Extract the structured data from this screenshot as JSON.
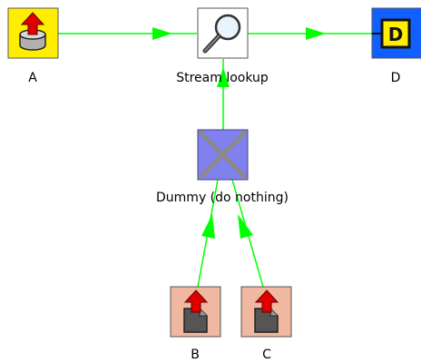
{
  "colors": {
    "hop_line": "#00ff00",
    "table_input_bg": "#ffee00",
    "lookup_bg": "#ffffff",
    "dummy_bg": "#8080ee",
    "dummy_cross": "#8a8a8a",
    "dummy_border": "#444488",
    "file_input_bg": "#f0b8a0",
    "output_bg": "#1060ff",
    "output_inner": "#ffee00",
    "arrow_red": "#e00000"
  },
  "steps": {
    "a": {
      "label": "A",
      "icon": "table-input-icon"
    },
    "lookup": {
      "label": "Stream lookup",
      "icon": "magnifier-lookup-icon"
    },
    "d": {
      "label": "D",
      "icon": "dummy-output-icon"
    },
    "dummy": {
      "label": "Dummy (do nothing)",
      "icon": "crossed-dummy-icon"
    },
    "b": {
      "label": "B",
      "icon": "file-input-icon"
    },
    "c": {
      "label": "C",
      "icon": "file-input-icon"
    }
  },
  "hops": [
    {
      "from": "A",
      "to": "Stream lookup"
    },
    {
      "from": "Stream lookup",
      "to": "D"
    },
    {
      "from": "Dummy (do nothing)",
      "to": "Stream lookup"
    },
    {
      "from": "B",
      "to": "Dummy (do nothing)"
    },
    {
      "from": "C",
      "to": "Dummy (do nothing)"
    }
  ]
}
